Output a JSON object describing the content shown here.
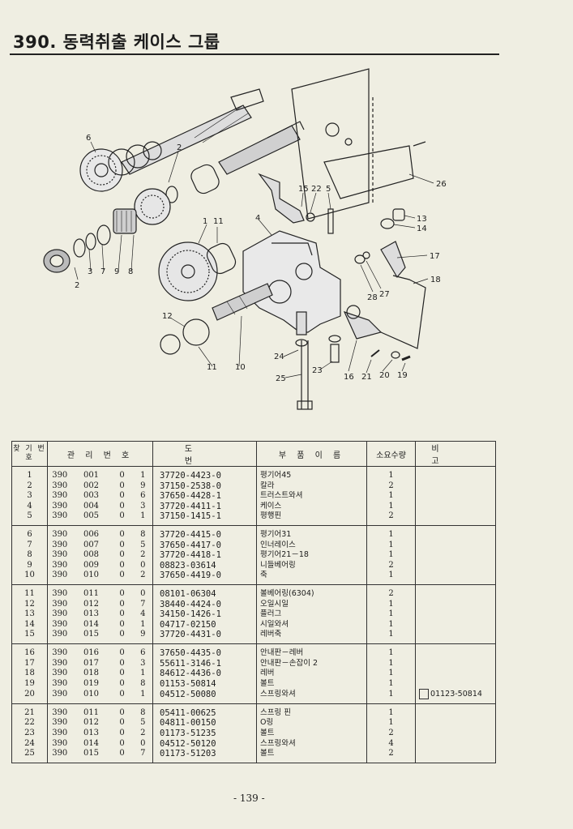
{
  "title": "390. 동력취출 케이스 그룹",
  "headers": {
    "find_no": "찾 기 번 호",
    "mgmt_no": "관 리 번 호",
    "drawing_no": "도 번",
    "part_name": "부 품 이 름",
    "qty": "소요수량",
    "remarks": "비 고"
  },
  "rows": [
    {
      "no": "1",
      "grp": "390",
      "sub": "001",
      "a": "0",
      "b": "1",
      "part": "37720-4423-0",
      "name": "평기어45",
      "qty": "1",
      "note": ""
    },
    {
      "no": "2",
      "grp": "390",
      "sub": "002",
      "a": "0",
      "b": "9",
      "part": "37150-2538-0",
      "name": "칼라",
      "qty": "2",
      "note": ""
    },
    {
      "no": "3",
      "grp": "390",
      "sub": "003",
      "a": "0",
      "b": "6",
      "part": "37650-4428-1",
      "name": "트러스트와셔",
      "qty": "1",
      "note": ""
    },
    {
      "no": "4",
      "grp": "390",
      "sub": "004",
      "a": "0",
      "b": "3",
      "part": "37720-4411-1",
      "name": "케이스",
      "qty": "1",
      "note": ""
    },
    {
      "no": "5",
      "grp": "390",
      "sub": "005",
      "a": "0",
      "b": "1",
      "part": "37150-1415-1",
      "name": "평행핀",
      "qty": "2",
      "note": ""
    },
    {
      "no": "6",
      "grp": "390",
      "sub": "006",
      "a": "0",
      "b": "8",
      "part": "37720-4415-0",
      "name": "평기어31",
      "qty": "1",
      "note": ""
    },
    {
      "no": "7",
      "grp": "390",
      "sub": "007",
      "a": "0",
      "b": "5",
      "part": "37650-4417-0",
      "name": "인너레이스",
      "qty": "1",
      "note": ""
    },
    {
      "no": "8",
      "grp": "390",
      "sub": "008",
      "a": "0",
      "b": "2",
      "part": "37720-4418-1",
      "name": "평기어21－18",
      "qty": "1",
      "note": ""
    },
    {
      "no": "9",
      "grp": "390",
      "sub": "009",
      "a": "0",
      "b": "0",
      "part": "08823-03614",
      "name": "니들베어링",
      "qty": "2",
      "note": ""
    },
    {
      "no": "10",
      "grp": "390",
      "sub": "010",
      "a": "0",
      "b": "2",
      "part": "37650-4419-0",
      "name": "축",
      "qty": "1",
      "note": ""
    },
    {
      "no": "11",
      "grp": "390",
      "sub": "011",
      "a": "0",
      "b": "0",
      "part": "08101-06304",
      "name": "볼베어링(6304)",
      "qty": "2",
      "note": ""
    },
    {
      "no": "12",
      "grp": "390",
      "sub": "012",
      "a": "0",
      "b": "7",
      "part": "38440-4424-0",
      "name": "오일시일",
      "qty": "1",
      "note": ""
    },
    {
      "no": "13",
      "grp": "390",
      "sub": "013",
      "a": "0",
      "b": "4",
      "part": "34150-1426-1",
      "name": "플러그",
      "qty": "1",
      "note": ""
    },
    {
      "no": "14",
      "grp": "390",
      "sub": "014",
      "a": "0",
      "b": "1",
      "part": "04717-02150",
      "name": "시일와셔",
      "qty": "1",
      "note": ""
    },
    {
      "no": "15",
      "grp": "390",
      "sub": "015",
      "a": "0",
      "b": "9",
      "part": "37720-4431-0",
      "name": "레버축",
      "qty": "1",
      "note": ""
    },
    {
      "no": "16",
      "grp": "390",
      "sub": "016",
      "a": "0",
      "b": "6",
      "part": "37650-4435-0",
      "name": "안내판－레버",
      "qty": "1",
      "note": ""
    },
    {
      "no": "17",
      "grp": "390",
      "sub": "017",
      "a": "0",
      "b": "3",
      "part": "55611-3146-1",
      "name": "안내판－손잡이 2",
      "qty": "1",
      "note": ""
    },
    {
      "no": "18",
      "grp": "390",
      "sub": "018",
      "a": "0",
      "b": "1",
      "part": "84612-4436-0",
      "name": "레버",
      "qty": "1",
      "note": ""
    },
    {
      "no": "19",
      "grp": "390",
      "sub": "019",
      "a": "0",
      "b": "8",
      "part": "01153-50814",
      "name": "볼트",
      "qty": "1",
      "note": ""
    },
    {
      "no": "20",
      "grp": "390",
      "sub": "010",
      "a": "0",
      "b": "1",
      "part": "04512-50080",
      "name": "스프링와셔",
      "qty": "1",
      "note": "01123-50814"
    },
    {
      "no": "21",
      "grp": "390",
      "sub": "011",
      "a": "0",
      "b": "8",
      "part": "05411-00625",
      "name": "스프링 핀",
      "qty": "1",
      "note": ""
    },
    {
      "no": "22",
      "grp": "390",
      "sub": "012",
      "a": "0",
      "b": "5",
      "part": "04811-00150",
      "name": "O링",
      "qty": "1",
      "note": ""
    },
    {
      "no": "23",
      "grp": "390",
      "sub": "013",
      "a": "0",
      "b": "2",
      "part": "01173-51235",
      "name": "볼트",
      "qty": "2",
      "note": ""
    },
    {
      "no": "24",
      "grp": "390",
      "sub": "014",
      "a": "0",
      "b": "0",
      "part": "04512-50120",
      "name": "스프링와셔",
      "qty": "4",
      "note": ""
    },
    {
      "no": "25",
      "grp": "390",
      "sub": "015",
      "a": "0",
      "b": "7",
      "part": "01173-51203",
      "name": "볼트",
      "qty": "2",
      "note": ""
    }
  ],
  "callouts": [
    "6",
    "2",
    "1",
    "11",
    "4",
    "15",
    "22",
    "5",
    "26",
    "13",
    "14",
    "17",
    "18",
    "27",
    "28",
    "12",
    "3",
    "7",
    "9",
    "8",
    "2",
    "11",
    "10",
    "24",
    "23",
    "16",
    "21",
    "20",
    "19",
    "25"
  ],
  "page_number": "- 139 -"
}
